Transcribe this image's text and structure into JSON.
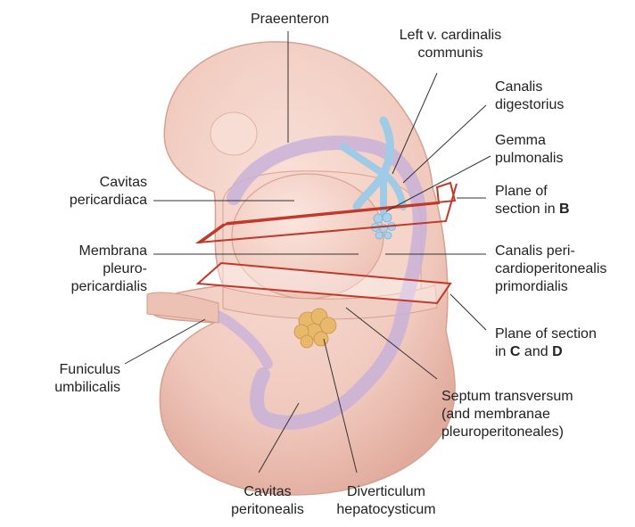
{
  "labels": {
    "praeenteron": "Praeenteron",
    "left_vcard_1": "Left v. cardinalis",
    "left_vcard_2": "communis",
    "canalis_dig_1": "Canalis",
    "canalis_dig_2": "digestorius",
    "gemma_1": "Gemma",
    "gemma_2": "pulmonalis",
    "cavitas_peri_1": "Cavitas",
    "cavitas_peri_2": "pericardiaca",
    "plane_b_1": "Plane of",
    "plane_b_2": "section in ",
    "plane_b_bold": "B",
    "membrana_1": "Membrana",
    "membrana_2": "pleuro-",
    "membrana_3": "pericardialis",
    "canalis_peri_1": "Canalis peri-",
    "canalis_peri_2": "cardioperitonealis",
    "canalis_peri_3": "primordialis",
    "plane_cd_1": "Plane of section",
    "plane_cd_2": "in ",
    "plane_cd_c": "C",
    "plane_cd_and": " and ",
    "plane_cd_d": "D",
    "funiculus_1": "Funiculus",
    "funiculus_2": "umbilicalis",
    "septum_1": "Septum transversum",
    "septum_2": "(and membranae",
    "septum_3": "pleuroperitoneales)",
    "cavitas_perit_1": "Cavitas",
    "cavitas_perit_2": "peritonealis",
    "divert_1": "Diverticulum",
    "divert_2": "hepatocysticum"
  },
  "colors": {
    "embryo_fill": "#f3d2c8",
    "embryo_shadow": "#e3b3a6",
    "tube": "#c8b0d6",
    "vessel": "#9ecbe6",
    "plane": "#c0392b",
    "liver": "#e7b86b",
    "leader": "#333333"
  }
}
